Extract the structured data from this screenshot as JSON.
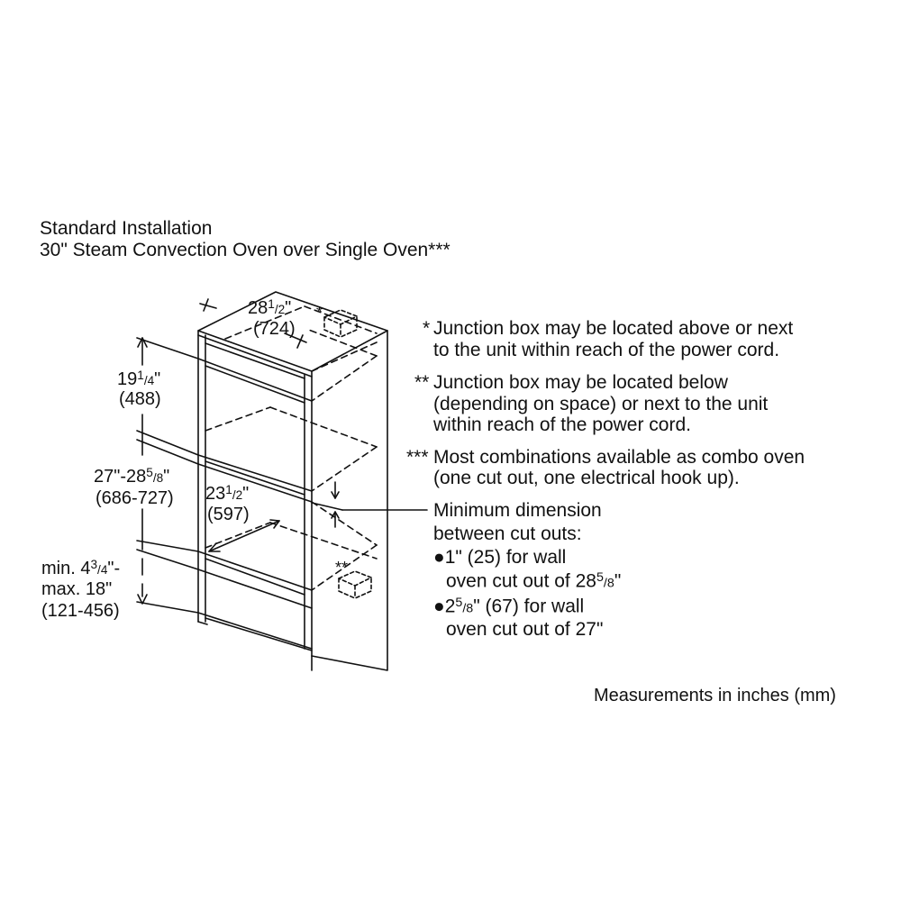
{
  "title": {
    "line1": "Standard Installation",
    "line2": "30\" Steam Convection Oven over Single Oven***"
  },
  "dimensions": {
    "width": {
      "whole": "28",
      "num": "1",
      "den": "2",
      "mm": "(724)"
    },
    "upper": {
      "whole": "19",
      "num": "1",
      "den": "4",
      "mm": "(488)"
    },
    "middle": {
      "prefix": "27\"-28",
      "num": "5",
      "den": "8",
      "mm": "(686-727)"
    },
    "depth": {
      "whole": "23",
      "num": "1",
      "den": "2",
      "mm": "(597)"
    },
    "lower": {
      "prefix": "min. 4",
      "num": "3",
      "den": "4",
      "suffix": "\"-",
      "line2": "max. 18\"",
      "mm": "(121-456)"
    }
  },
  "callouts": {
    "single": "*",
    "double": "**"
  },
  "notes": {
    "n1_mark": "*",
    "n1_line1": "Junction box may be located above or next",
    "n1_line2": "to the unit within reach of the power cord.",
    "n2_mark": "**",
    "n2_line1": "Junction box may be located below",
    "n2_line2": "(depending on space) or next to the unit",
    "n2_line3": "within reach of the power cord.",
    "n3_mark": "***",
    "n3_line1": "Most combinations available as combo oven",
    "n3_line2": "(one cut out, one electrical hook up).",
    "min_line1": "Minimum dimension",
    "min_line2": "between cut outs:",
    "bullet1_a": "1\" (25) for wall",
    "bullet1_b_pre": "oven cut out of 28",
    "bullet1_b_num": "5",
    "bullet1_b_den": "8",
    "bullet1_b_post": "\"",
    "bullet2_a_pre": "2",
    "bullet2_a_num": "5",
    "bullet2_a_den": "8",
    "bullet2_a_post": "\" (67) for wall",
    "bullet2_b": "oven cut out of 27\""
  },
  "footer": "Measurements in inches (mm)"
}
